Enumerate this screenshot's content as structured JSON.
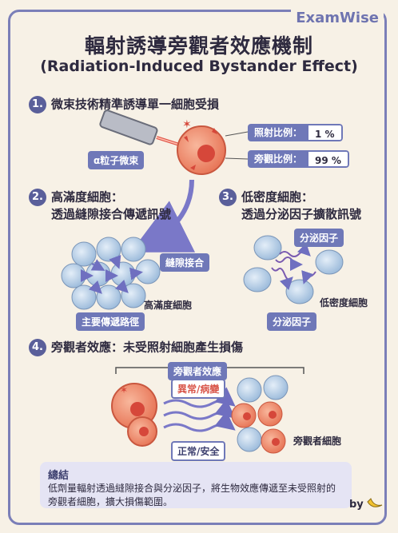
{
  "brand": "ExamWise",
  "title": "輻射誘導旁觀者效應機制",
  "subtitle": "(Radiation-Induced Bystander Effect)",
  "sections": [
    {
      "num": "1.",
      "title": "微束技術精準誘導單一細胞受損"
    },
    {
      "num": "2.",
      "title": "高滿度細胞：",
      "title2": "透過縫隙接合傳遞訊號"
    },
    {
      "num": "3.",
      "title": "低密度細胞：",
      "title2": "透過分泌因子擴散訊號"
    },
    {
      "num": "4.",
      "title": "旁觀者效應：未受照射細胞產生損傷"
    }
  ],
  "microbeam": {
    "beam_label": "α粒子微束",
    "irradiated_ratio_label": "照射比例：",
    "irradiated_ratio_value": "1 %",
    "bystander_ratio_label": "旁觀比例：",
    "bystander_ratio_value": "99 %"
  },
  "high_density": {
    "junction_label": "縫隙接合",
    "cells_label": "高滿度細胞",
    "pathway_label": "主要傳遞路徑"
  },
  "low_density": {
    "factor_label_top": "分泌因子",
    "cells_label": "低密度細胞",
    "factor_label_bottom": "分泌因子"
  },
  "bystander": {
    "bracket_label": "旁觀者效應",
    "abnormal_label": "異常/病變",
    "normal_label": "正常/安全",
    "cells_label": "旁觀者細胞"
  },
  "summary": {
    "heading": "總結",
    "text": "低劑量輻射透過縫隙接合與分泌因子，將生物效應傳遞至未受照射的旁觀者細胞，擴大損傷範圍。"
  },
  "credit": "by",
  "colors": {
    "accent": "#6f78b8",
    "damaged": "#ee8f6f",
    "normal": "#a9c4e2",
    "alert": "#d9564a",
    "background": "#f7f1e6"
  }
}
